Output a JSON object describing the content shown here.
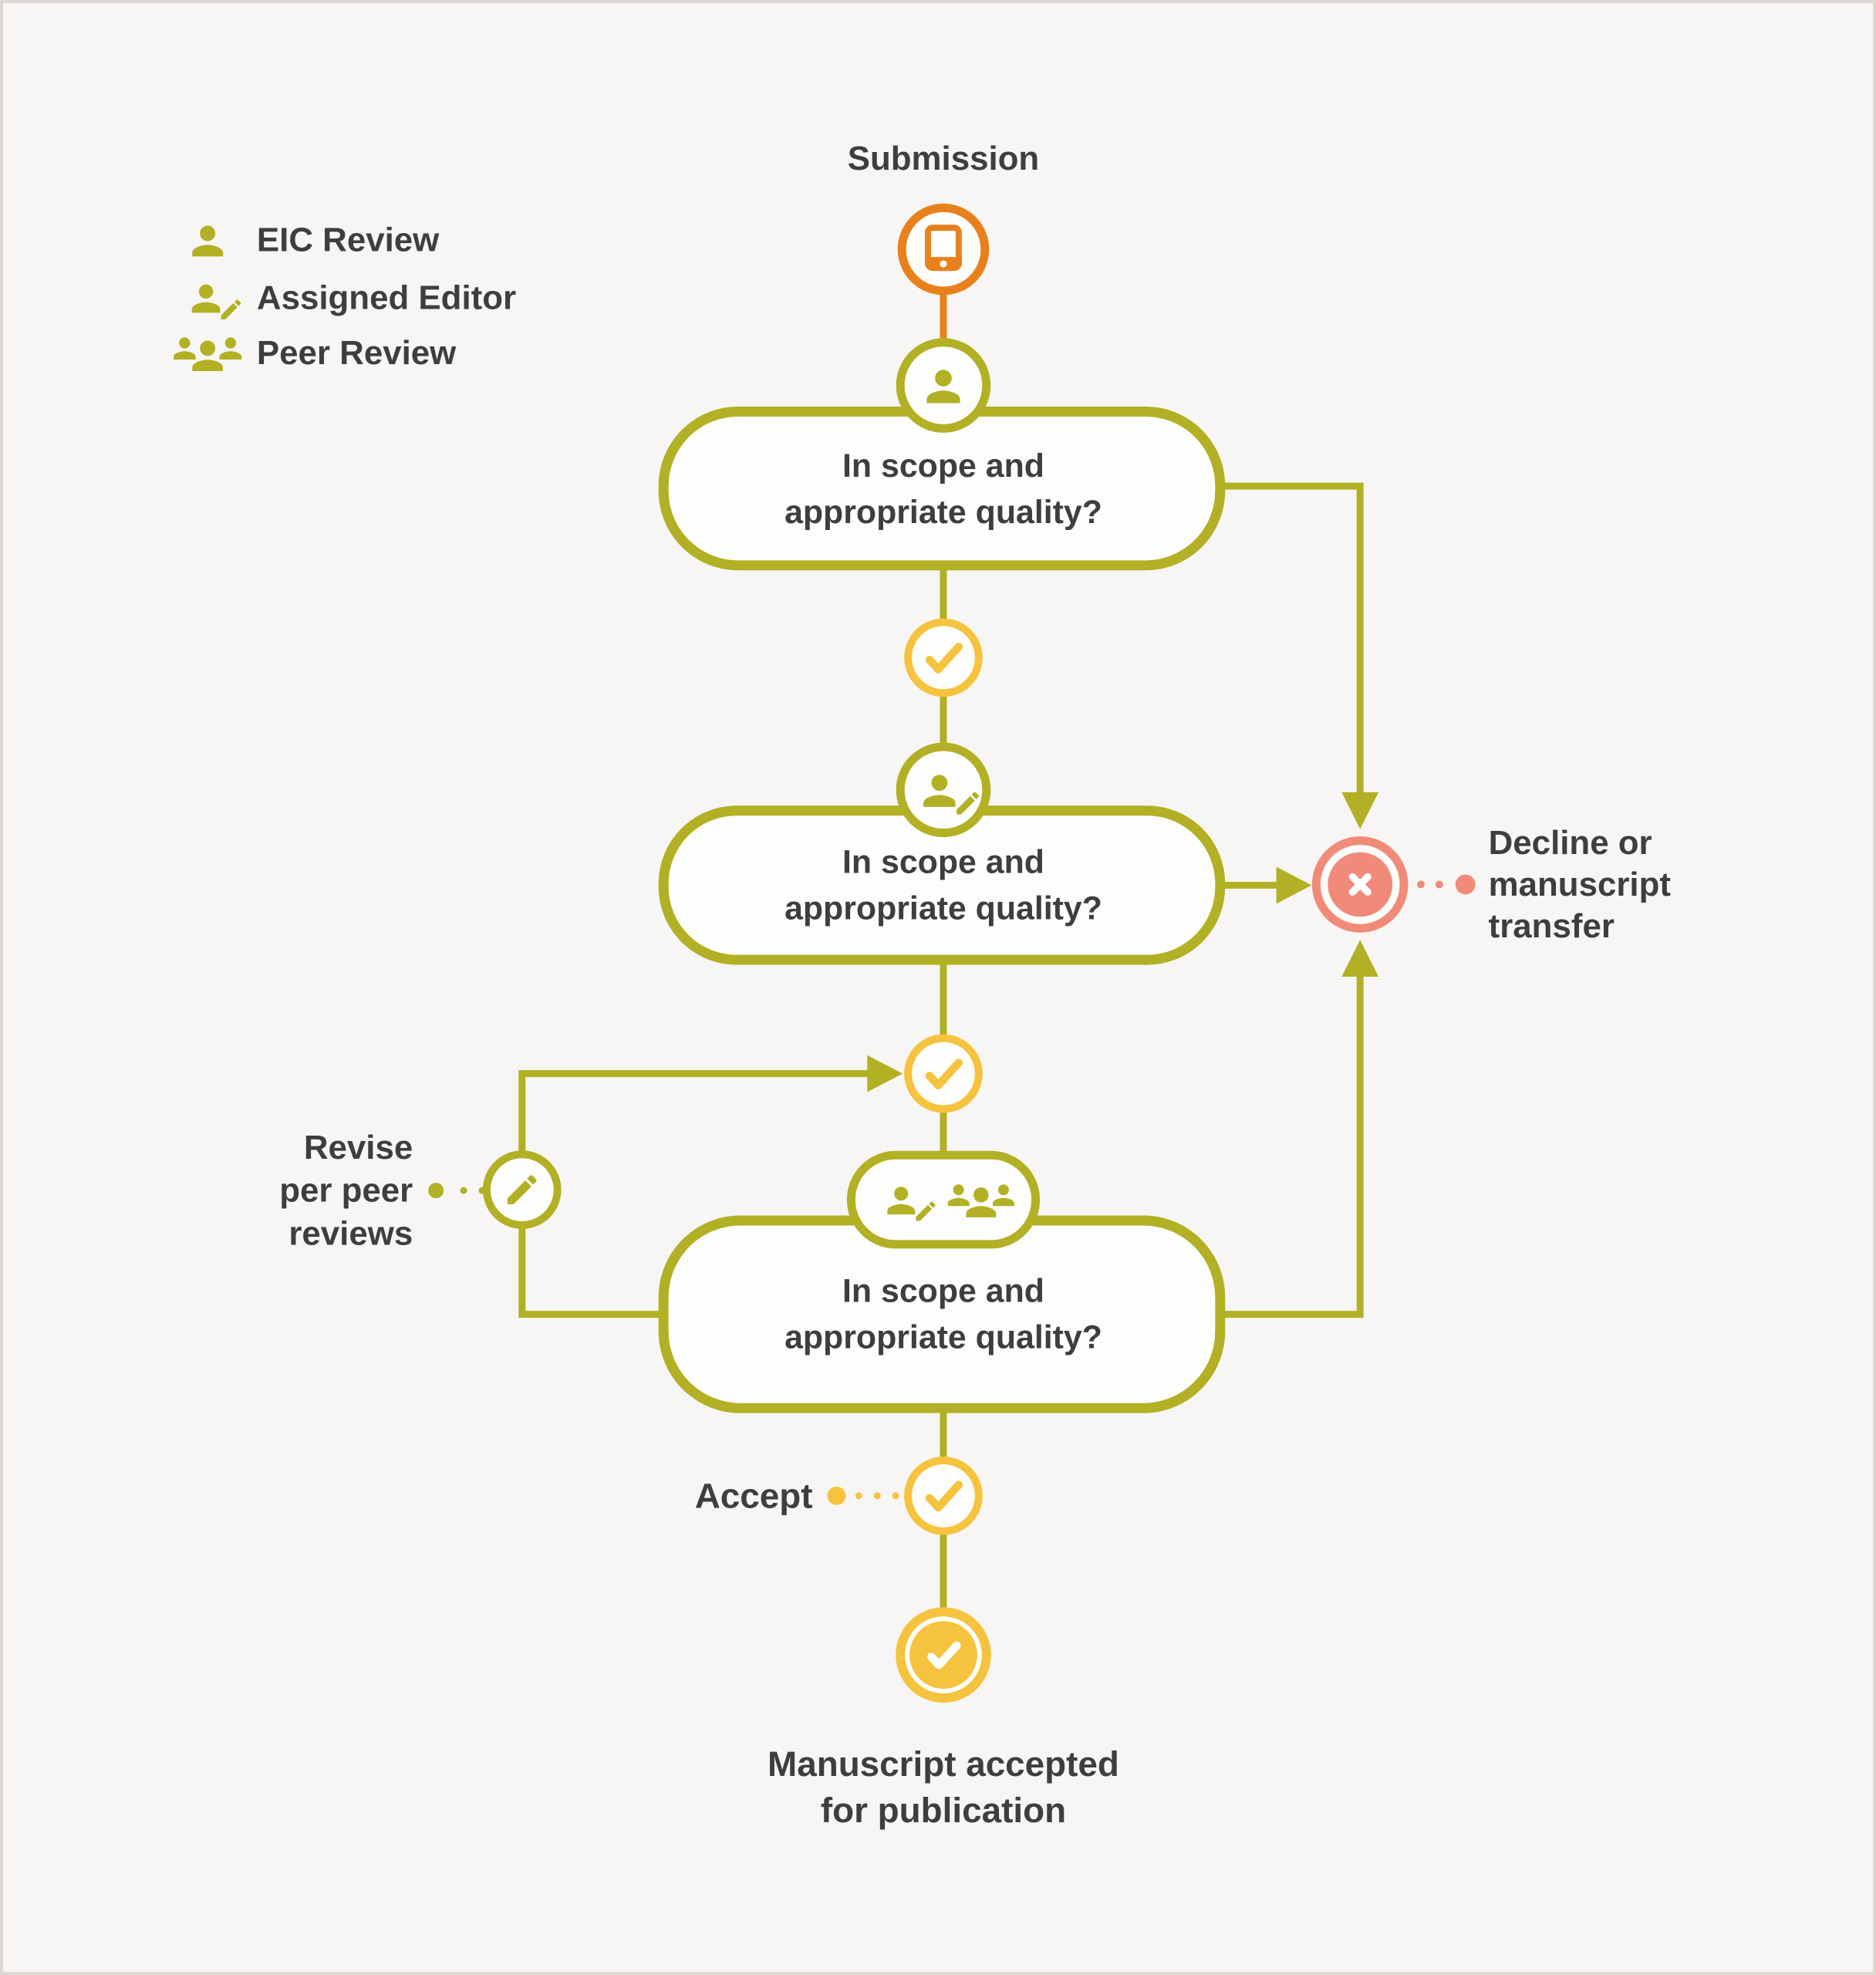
{
  "colors": {
    "olive": "#b2b024",
    "yellow": "#f6c33e",
    "orange": "#e8811c",
    "salmon": "#f18b79",
    "text": "#3e3e3e",
    "background": "#f7f6f4",
    "border": "#dcd8d2",
    "shape_fill": "#fdfdfb"
  },
  "legend": {
    "items": [
      {
        "icon": "person-icon",
        "label": "EIC Review"
      },
      {
        "icon": "person-edit-icon",
        "label": "Assigned Editor"
      },
      {
        "icon": "people-group-icon",
        "label": "Peer Review"
      }
    ]
  },
  "flow": {
    "start_label": "Submission",
    "decision_boxes": [
      {
        "id": "eic-review",
        "question_lines": [
          "In scope and",
          "appropriate quality?"
        ]
      },
      {
        "id": "assigned-editor-review",
        "question_lines": [
          "In scope and",
          "appropriate quality?"
        ]
      },
      {
        "id": "peer-review",
        "question_lines": [
          "In scope and",
          "appropriate quality?"
        ]
      }
    ],
    "decline_label_lines": [
      "Decline or",
      "manuscript",
      "transfer"
    ],
    "revise_label_lines": [
      "Revise",
      "per peer",
      "reviews"
    ],
    "accept_label": "Accept",
    "end_label_lines": [
      "Manuscript accepted",
      "for publication"
    ]
  }
}
